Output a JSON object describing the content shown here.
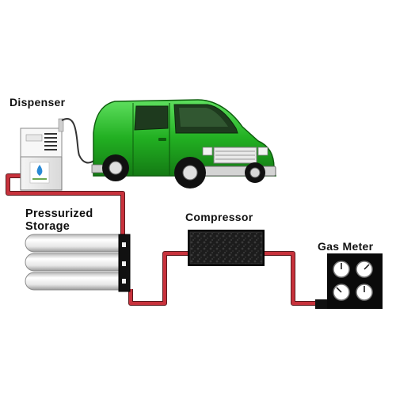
{
  "labels": {
    "dispenser": "Dispenser",
    "storage_line1": "Pressurized",
    "storage_line2": "Storage",
    "compressor": "Compressor",
    "gas_meter": "Gas Meter"
  },
  "icons": {
    "vehicle": "green-van-icon",
    "dispenser": "fuel-dispenser-icon",
    "storage": "gas-tanks-icon",
    "compressor": "compressor-icon",
    "meter": "gas-meter-icon"
  },
  "colors": {
    "pipe": "#c8323c",
    "van": "#22b022",
    "van_dark": "#157a15",
    "tank": "#dcdcdc",
    "equipment": "#111111"
  }
}
